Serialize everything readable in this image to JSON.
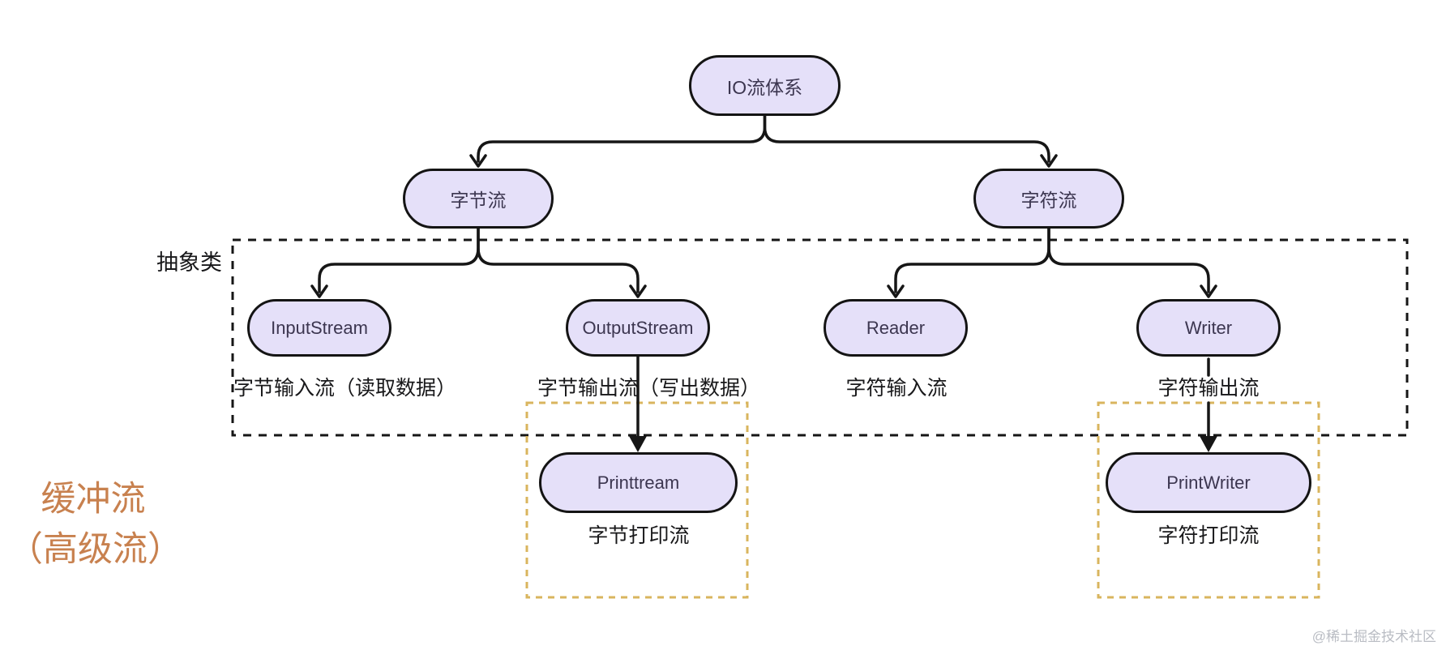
{
  "diagram": {
    "nodes": {
      "io": "IO流体系",
      "byte_stream": "字节流",
      "char_stream": "字符流",
      "input_stream": "InputStream",
      "output_stream": "OutputStream",
      "reader": "Reader",
      "writer": "Writer",
      "print_stream": "Printtream",
      "print_writer": "PrintWriter"
    },
    "labels": {
      "byte_input": "字节输入流（读取数据）",
      "byte_output": "字节输出流（写出数据）",
      "char_input": "字符输入流",
      "char_output": "字符输出流",
      "byte_print": "字节打印流",
      "char_print": "字符打印流"
    },
    "annotations": {
      "abstract_class": "抽象类",
      "buffered_line1": "缓冲流",
      "buffered_line2": "（高级流）"
    },
    "watermark": "@稀土掘金技术社区",
    "colors": {
      "node_fill": "#e5e0f9",
      "node_border": "#141414",
      "node_text": "#3c3650",
      "edge_line": "#161616",
      "label_text": "#18181a",
      "orange_text": "#c8814f",
      "orange_dash": "#d9b55e",
      "watermark_text": "#b9bcc3"
    }
  }
}
